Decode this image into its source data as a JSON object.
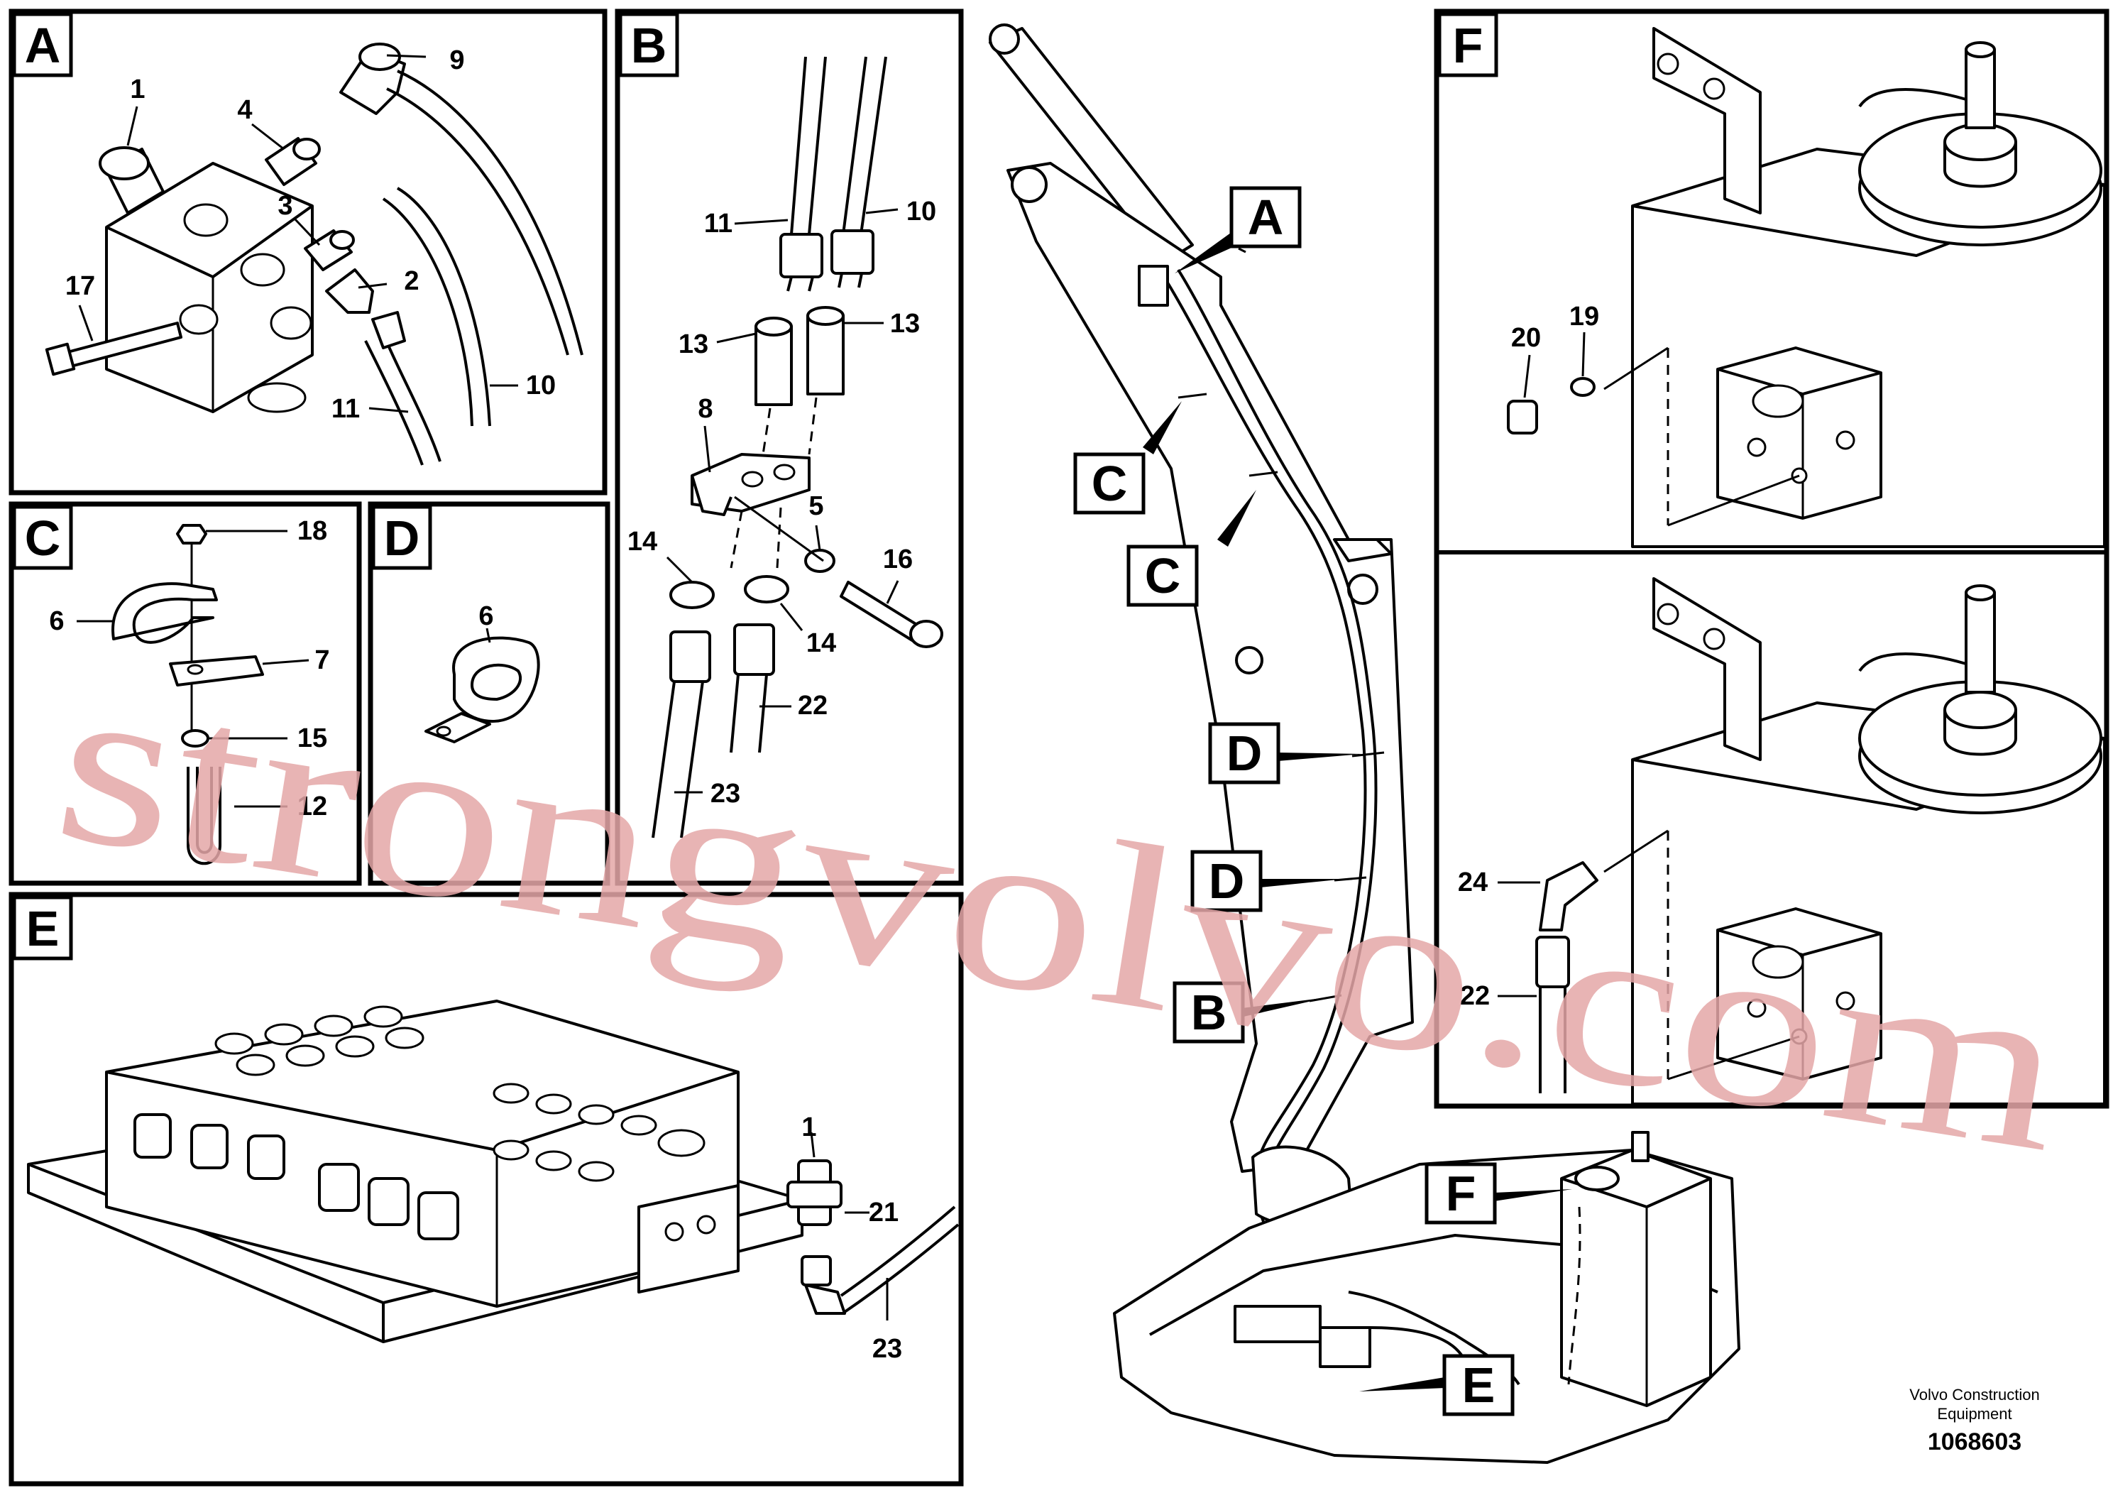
{
  "panels": {
    "A": "A",
    "B": "B",
    "C": "C",
    "D": "D",
    "E": "E",
    "F": "F"
  },
  "callouts": {
    "A": "A",
    "B": "B",
    "C1": "C",
    "C2": "C",
    "D1": "D",
    "D2": "D",
    "E": "E",
    "F": "F"
  },
  "labels": {
    "a_1": "1",
    "a_4": "4",
    "a_9": "9",
    "a_3": "3",
    "a_2": "2",
    "a_17": "17",
    "a_11": "11",
    "a_10": "10",
    "b_11": "11",
    "b_10": "10",
    "b_13a": "13",
    "b_13b": "13",
    "b_8": "8",
    "b_5": "5",
    "b_14a": "14",
    "b_16": "16",
    "b_14b": "14",
    "b_22": "22",
    "b_23": "23",
    "c_18": "18",
    "c_6": "6",
    "c_7": "7",
    "c_15": "15",
    "c_12": "12",
    "d_6": "6",
    "e_1": "1",
    "e_21": "21",
    "e_23": "23",
    "f_20": "20",
    "f_19": "19",
    "f_24": "24",
    "f_22": "22"
  },
  "watermark": "strongvolvo.com",
  "footer": {
    "brand_line1": "Volvo Construction",
    "brand_line2": "Equipment",
    "drawing_number": "1068603"
  }
}
